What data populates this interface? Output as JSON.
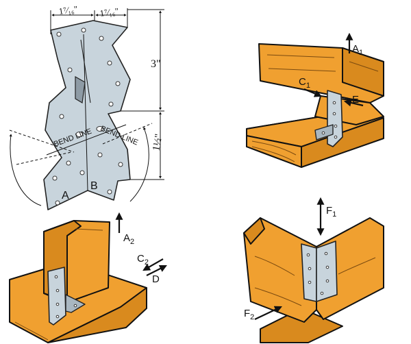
{
  "bracket": {
    "dim_top_left": "1⁷⁄₁₆\"",
    "dim_top_right": "1⁷⁄₁₆\"",
    "dim_height": "3\"",
    "dim_lower": "1½\"",
    "bend_line_left": "BEND LINE",
    "bend_line_right": "BEND LINE",
    "flange_a": "A",
    "flange_b": "B"
  },
  "load_directions": {
    "a1_main": "A",
    "a1_sub": "1",
    "c1_main": "C",
    "c1_sub": "1",
    "e": "E",
    "a2_main": "A",
    "a2_sub": "2",
    "c2_main": "C",
    "c2_sub": "2",
    "d": "D",
    "f1_main": "F",
    "f1_sub": "1",
    "f2_main": "F",
    "f2_sub": "2"
  },
  "colors": {
    "wood": "#f0a030",
    "steel": "#c8d4dc"
  }
}
